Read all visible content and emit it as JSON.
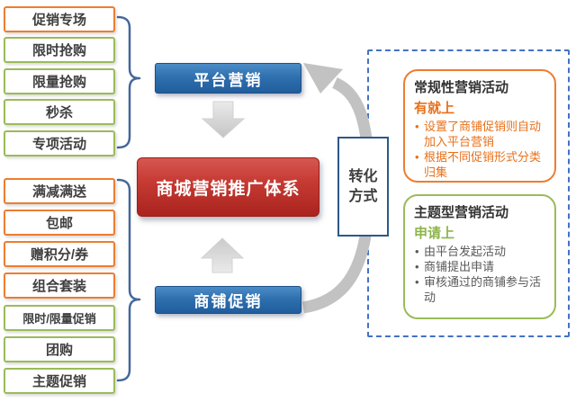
{
  "colors": {
    "accent_orange": "#ED7D31",
    "accent_green": "#9BBB59",
    "blue_box_main": "#2F70AE",
    "red_box_main": "#C63B34",
    "brace_blue": "#44679B",
    "dashed_blue": "#4472C4",
    "conversion_border": "#2D5986",
    "arrow_gray": "#C2C2C2",
    "text_dark": "#3F3F3F",
    "orange_text": "#E8701A",
    "green_text": "#8DB54B",
    "gray_text": "#595959",
    "title_text": "#333333"
  },
  "left_panel": {
    "group_top": {
      "items": [
        "促销专场",
        "限时抢购",
        "限量抢购",
        "秒杀",
        "专项活动"
      ]
    },
    "group_bottom": {
      "items": [
        "满减满送",
        "包邮",
        "赠积分/券",
        "组合套装",
        "限时/限量促销",
        "团购",
        "主题促销"
      ]
    }
  },
  "center": {
    "platform_label": "平台营销",
    "core_label": "商城营销推广体系",
    "shop_label": "商铺促销"
  },
  "conversion": {
    "label_line1": "转化",
    "label_line2": "方式"
  },
  "right_panel": {
    "regular": {
      "title": "常规性营销活动",
      "subtitle": "有就上",
      "bullets": [
        "设置了商铺促销则自动加入平台营销",
        "根据不同促销形式分类归集"
      ]
    },
    "themed": {
      "title": "主题型营销活动",
      "subtitle": "申请上",
      "bullets": [
        "由平台发起活动",
        "商铺提出申请",
        "审核通过的商铺参与活动"
      ]
    }
  }
}
